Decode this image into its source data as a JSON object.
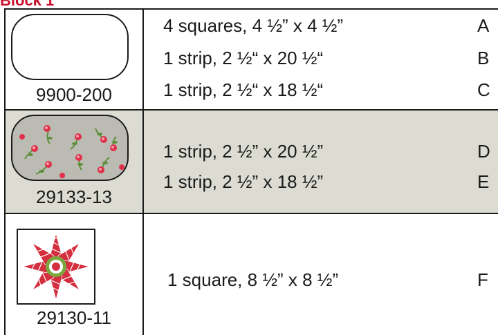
{
  "block_title": "Block 1",
  "rows": [
    {
      "fabric_code": "9900-200",
      "cuts": [
        {
          "text": "4 squares, 4 ½” x 4 ½”",
          "letter": "A"
        },
        {
          "text": "1 strip, 2 ½“ x 20 ½“",
          "letter": "B"
        },
        {
          "text": "1 strip, 2 ½“ x 18 ½“",
          "letter": "C"
        }
      ]
    },
    {
      "fabric_code": "29133-13",
      "cuts": [
        {
          "text": "1 strip, 2 ½” x 20 ½”",
          "letter": "D"
        },
        {
          "text": "1 strip, 2 ½” x 18 ½”",
          "letter": "E"
        }
      ]
    },
    {
      "fabric_code": "29130-11",
      "cuts": [
        {
          "text": "1 square, 8 ½” x 8 ½”",
          "letter": "F"
        }
      ]
    }
  ],
  "colors": {
    "title_red": "#c8102e",
    "row_highlight": "#dcdcd3",
    "floral_background": "#bcbbb3",
    "rose_red": "#e0304a",
    "leaf_green": "#5e8f3c",
    "star_red": "#d32f3f",
    "star_green": "#7aa83f"
  }
}
